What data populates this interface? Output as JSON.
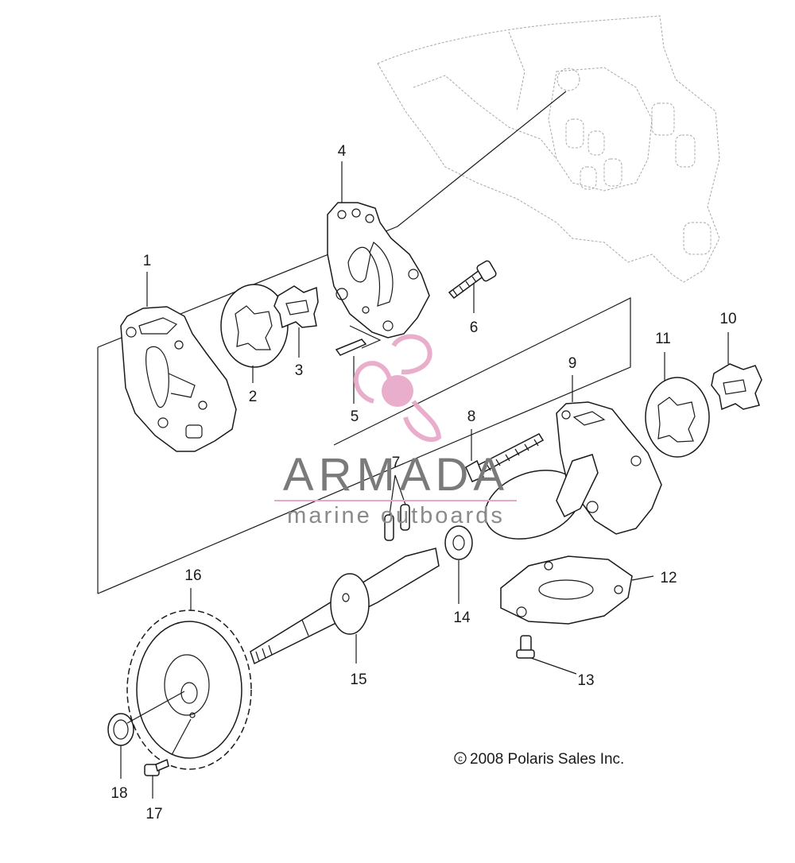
{
  "callouts": [
    {
      "id": "1",
      "label": "1"
    },
    {
      "id": "2",
      "label": "2"
    },
    {
      "id": "3",
      "label": "3"
    },
    {
      "id": "4",
      "label": "4"
    },
    {
      "id": "5",
      "label": "5"
    },
    {
      "id": "6",
      "label": "6"
    },
    {
      "id": "7",
      "label": "7"
    },
    {
      "id": "8",
      "label": "8"
    },
    {
      "id": "9",
      "label": "9"
    },
    {
      "id": "10",
      "label": "10"
    },
    {
      "id": "11",
      "label": "11"
    },
    {
      "id": "12",
      "label": "12"
    },
    {
      "id": "13",
      "label": "13"
    },
    {
      "id": "14",
      "label": "14"
    },
    {
      "id": "15",
      "label": "15"
    },
    {
      "id": "16",
      "label": "16"
    },
    {
      "id": "17",
      "label": "17"
    },
    {
      "id": "18",
      "label": "18"
    }
  ],
  "copyright": "2008 Polaris Sales Inc.",
  "copyright_symbol": "c",
  "watermark": {
    "brand": "ARMADA",
    "tagline": "marine outboards",
    "color": "#e8a6c8"
  }
}
